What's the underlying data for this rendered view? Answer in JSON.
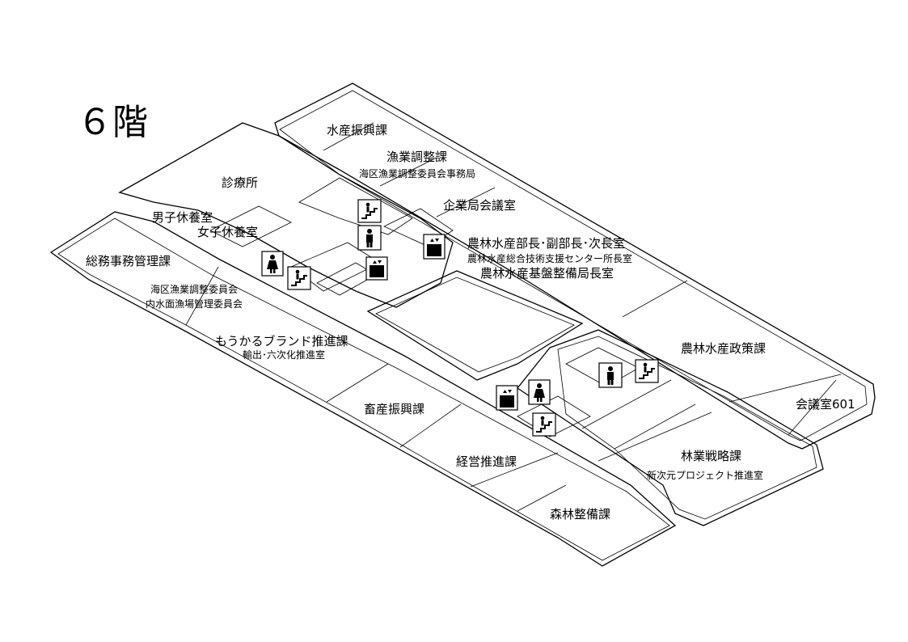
{
  "floor_title": "６階",
  "rooms": {
    "suisan_shinko": "水産振興課",
    "gyogyo_chosei": "漁業調整課",
    "kaiku_jimukyoku": "海区漁業調整委員会事務局",
    "kigyokyoku_kaigi": "企業局会議室",
    "shinryojo": "診療所",
    "danshi_kyoyo": "男子休養室",
    "joshi_kyoyo": "女子休養室",
    "somu_jimu": "総務事務管理課",
    "bucho_line1": "農林水産部長･副部長･次長室",
    "bucho_line2": "農林水産総合技術支援センター所長室",
    "bucho_line3": "農林水産基盤整備局長室",
    "kaiku_iinkai": "海区漁業調整委員会",
    "naisuimen": "内水面漁場管理委員会",
    "moukaru": "もうかるブランド推進課",
    "yushutsu": "輸出･六次化推進室",
    "seisaku": "農林水産政策課",
    "kaigi601": "会議室601",
    "chikusan": "畜産振興課",
    "keiei": "経営推進課",
    "ringyo_senryaku": "林業戦略課",
    "shinjigen": "新次元プロジェクト推進室",
    "shinrin": "森林整備課"
  },
  "icons": [
    "stairs-icon",
    "mens-restroom-icon",
    "elevator-icon",
    "elevator-icon",
    "womens-restroom-icon",
    "stairs-icon",
    "mens-restroom-icon",
    "stairs-icon",
    "elevator-icon",
    "womens-restroom-icon",
    "stairs-icon"
  ]
}
